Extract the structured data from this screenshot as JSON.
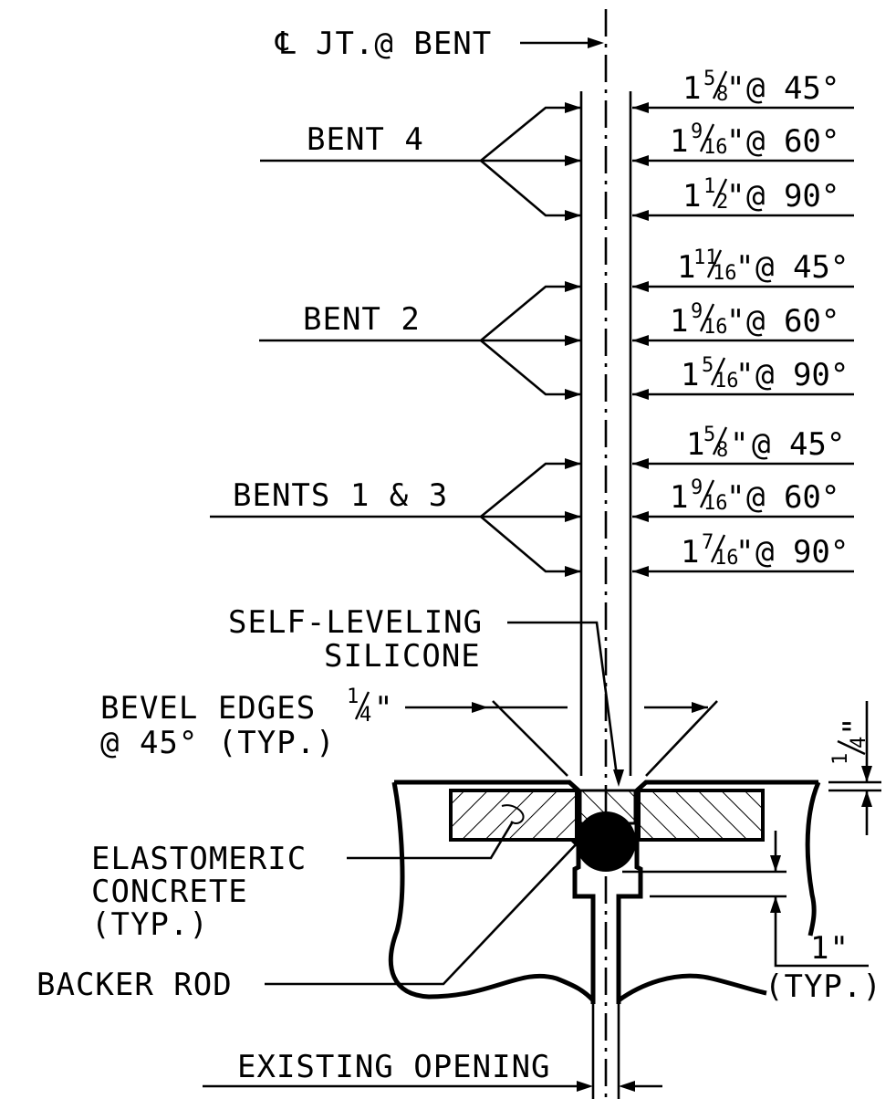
{
  "centerline": {
    "symbol": "℄",
    "label": "JT.@ BENT"
  },
  "groups": [
    {
      "label": "BENT 4",
      "dims": [
        {
          "whole": "1",
          "num": "5",
          "den": "8",
          "angle": "@ 45°"
        },
        {
          "whole": "1",
          "num": "9",
          "den": "16",
          "angle": "@ 60°"
        },
        {
          "whole": "1",
          "num": "1",
          "den": "2",
          "angle": "@ 90°"
        }
      ]
    },
    {
      "label": "BENT 2",
      "dims": [
        {
          "whole": "1",
          "num": "11",
          "den": "16",
          "angle": "@ 45°"
        },
        {
          "whole": "1",
          "num": "9",
          "den": "16",
          "angle": "@ 60°"
        },
        {
          "whole": "1",
          "num": "5",
          "den": "16",
          "angle": "@ 90°"
        }
      ]
    },
    {
      "label": "BENTS 1 & 3",
      "dims": [
        {
          "whole": "1",
          "num": "5",
          "den": "8",
          "angle": "@ 45°"
        },
        {
          "whole": "1",
          "num": "9",
          "den": "16",
          "angle": "@ 60°"
        },
        {
          "whole": "1",
          "num": "7",
          "den": "16",
          "angle": "@ 90°"
        }
      ]
    }
  ],
  "labels": {
    "silicone_1": "SELF-LEVELING",
    "silicone_2": "SILICONE",
    "bevel_1": "BEVEL EDGES",
    "bevel_num": "1",
    "bevel_den": "4",
    "bevel_2": "@ 45° (TYP.)",
    "elasto_1": "ELASTOMERIC",
    "elasto_2": "CONCRETE",
    "elasto_3": "(TYP.)",
    "backer": "BACKER ROD",
    "existing": "EXISTING OPENING",
    "depth_num": "1",
    "depth_den": "4",
    "one_inch": "1\"",
    "typ": "(TYP.)"
  },
  "icons": {
    "backer_rod": "filled-circle",
    "concrete": "diagonal-hatch"
  }
}
